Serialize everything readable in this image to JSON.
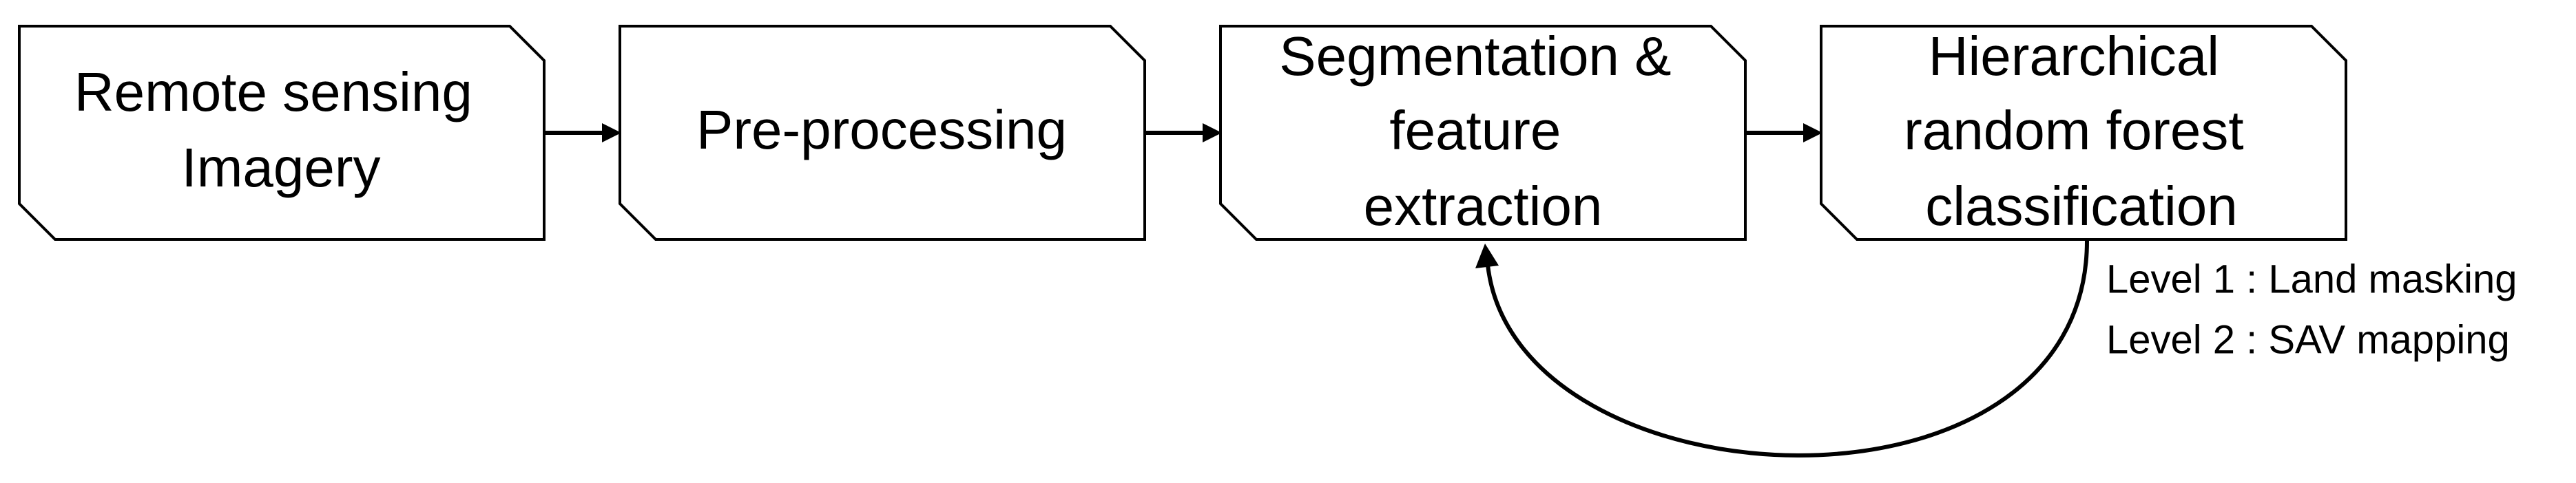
{
  "steps": [
    {
      "id": "remote-sensing",
      "lines": [
        "Remote sensing",
        "Imagery"
      ]
    },
    {
      "id": "pre-processing",
      "lines": [
        "Pre-processing"
      ]
    },
    {
      "id": "segmentation",
      "lines": [
        "Segmentation &",
        "feature",
        "extraction"
      ]
    },
    {
      "id": "classification",
      "lines": [
        "Hierarchical",
        "random forest",
        "classification"
      ]
    }
  ],
  "levels": {
    "level1": "Level 1 : Land masking",
    "level2": "Level 2 : SAV mapping"
  },
  "colors": {
    "stroke": "#000000",
    "fill": "#ffffff",
    "background": "#ffffff"
  }
}
